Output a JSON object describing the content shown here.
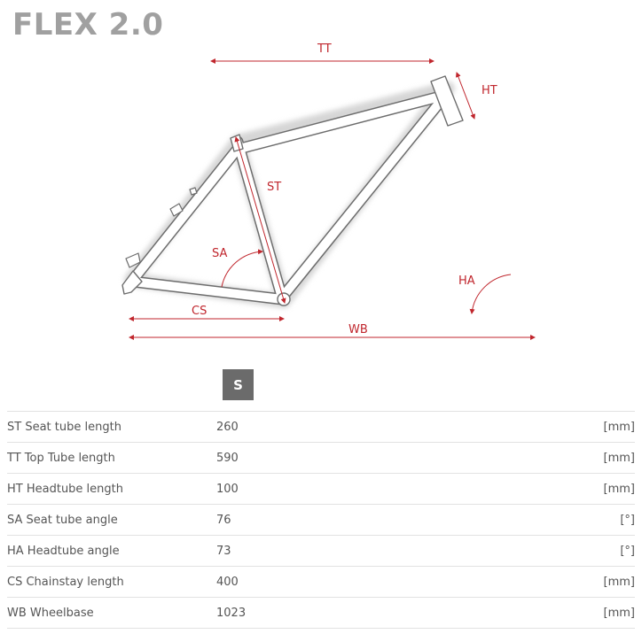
{
  "title": "FLEX 2.0",
  "dimensions": {
    "tt": "TT",
    "ht": "HT",
    "st": "ST",
    "sa": "SA",
    "ha": "HA",
    "cs": "CS",
    "wb": "WB"
  },
  "size_label": "S",
  "rows": [
    {
      "label": "ST Seat tube length",
      "value": "260",
      "unit": "[mm]"
    },
    {
      "label": "TT Top Tube length",
      "value": "590",
      "unit": "[mm]"
    },
    {
      "label": "HT Headtube length",
      "value": "100",
      "unit": "[mm]"
    },
    {
      "label": "SA Seat tube angle",
      "value": "76",
      "unit": "[°]"
    },
    {
      "label": "HA Headtube angle",
      "value": "73",
      "unit": "[°]"
    },
    {
      "label": "CS Chainstay length",
      "value": "400",
      "unit": "[mm]"
    },
    {
      "label": "WB Wheelbase",
      "value": "1023",
      "unit": "[mm]"
    }
  ],
  "colors": {
    "accent": "#c0262d",
    "badge": "#6b6b6b",
    "title": "#a0a0a0"
  }
}
